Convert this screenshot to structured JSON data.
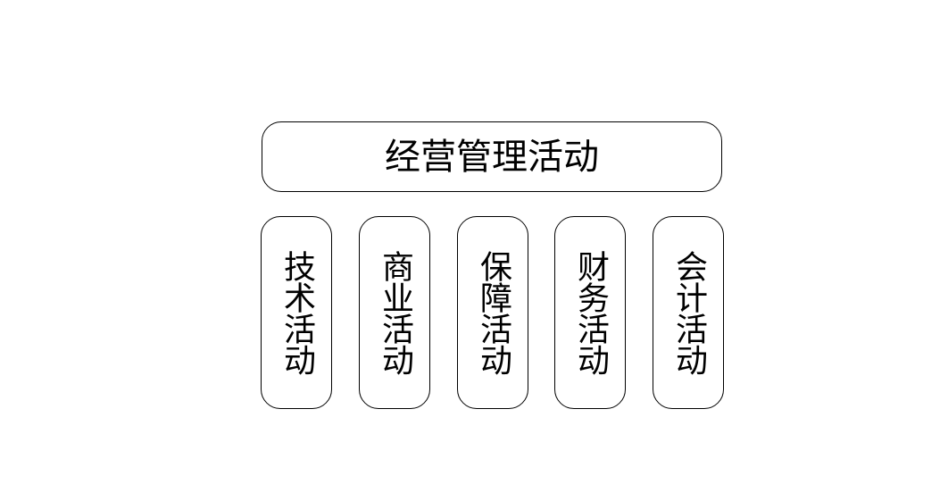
{
  "diagram": {
    "root": {
      "label": "经营管理活动"
    },
    "children": [
      {
        "label": "技术活动"
      },
      {
        "label": "商业活动"
      },
      {
        "label": "保障活动"
      },
      {
        "label": "财务活动"
      },
      {
        "label": "会计活动"
      }
    ]
  }
}
